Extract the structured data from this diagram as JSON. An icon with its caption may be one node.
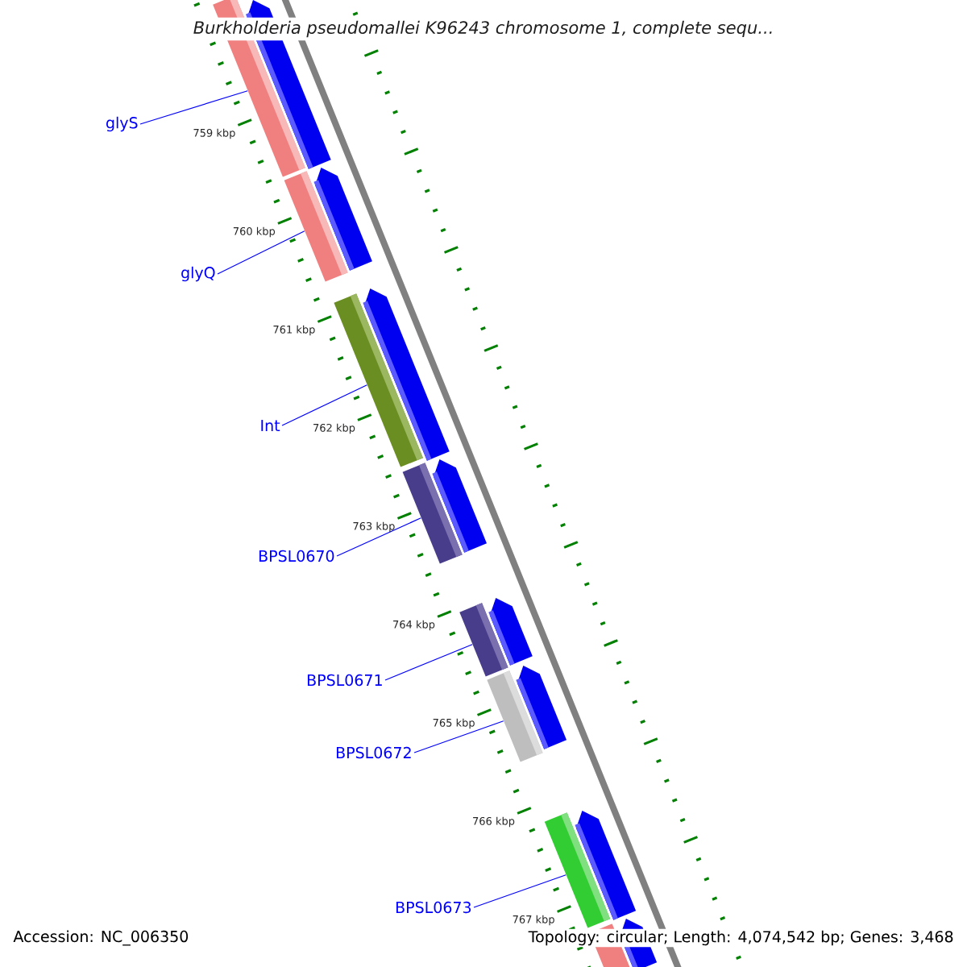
{
  "diagram": {
    "title": "Burkholderia pseudomallei K96243 chromosome 1, complete sequ...",
    "nodes": [
      {
        "text": [
          "glyS"
        ]
      },
      {
        "text": [],
        "shape": "bar"
      },
      {
        "text": [
          "glyQ"
        ]
      },
      {
        "text": [],
        "shape": "bar"
      },
      {
        "text": [
          "Int"
        ]
      },
      {
        "text": [],
        "shape": "bar"
      },
      {
        "text": [
          "BPSL0670"
        ]
      },
      {
        "text": [],
        "shape": "bar"
      },
      {
        "text": [
          "BPSL0671"
        ]
      },
      {
        "text": [],
        "shape": "bar"
      },
      {
        "text": [
          "BPSL0672"
        ]
      },
      {
        "text": [],
        "shape": "bar"
      },
      {
        "text": [
          "BPSL0673"
        ]
      },
      {
        "text": [],
        "shape": "bar"
      }
    ],
    "edges": [
      {
        "from": 0,
        "to": 1,
        "arrow": "none"
      },
      {
        "from": 2,
        "to": 3,
        "arrow": "none"
      },
      {
        "from": 4,
        "to": 5,
        "arrow": "none"
      },
      {
        "from": 6,
        "to": 7,
        "arrow": "none"
      },
      {
        "from": 8,
        "to": 9,
        "arrow": "none"
      },
      {
        "from": 10,
        "to": 11,
        "arrow": "none"
      },
      {
        "from": 12,
        "to": 13,
        "arrow": "none"
      }
    ],
    "labels": [
      "759 kbp",
      "760 kbp",
      "761 kbp",
      "762 kbp",
      "763 kbp",
      "764 kbp",
      "765 kbp",
      "766 kbp",
      "767 kbp",
      "Accession: NC_006350",
      "Topology: circular; Length: 4,074,542 bp; Genes: 3,468"
    ]
  }
}
